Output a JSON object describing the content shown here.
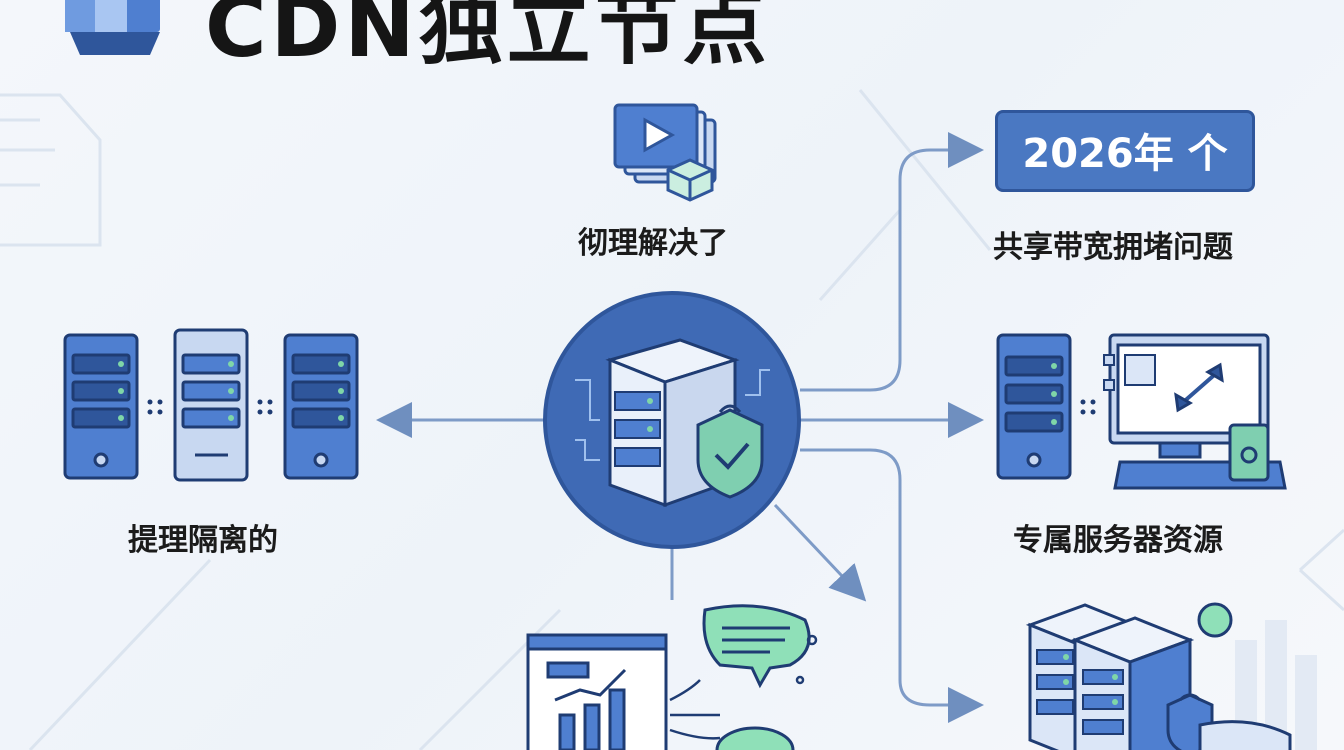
{
  "title": "CDN独立节点",
  "year_box": "2026年 个",
  "labels": {
    "top_center": "彻理解决了",
    "right_top": "共享带宽拥堵问题",
    "left": "提理隔离的",
    "right_middle": "专属服务器资源"
  },
  "icons": [
    "logo-cube-icon",
    "video-player-icon",
    "server-rack-icon",
    "shield-check-icon",
    "server-cluster-icon",
    "server-computer-icon",
    "analytics-chat-icon",
    "server-stack-icon"
  ],
  "colors": {
    "primary": "#4a78c2",
    "dark_blue": "#2f569b",
    "accent_green": "#7fd6a8",
    "text": "#1b1b1b"
  }
}
